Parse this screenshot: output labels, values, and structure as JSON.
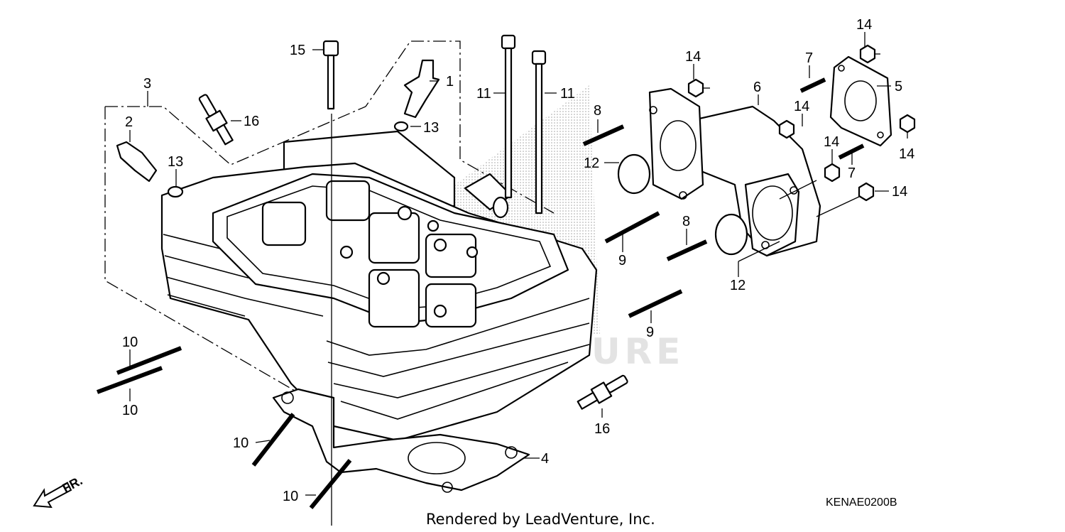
{
  "diagram": {
    "watermark": "LEADVENTURE",
    "caption": "Rendered by LeadVenture, Inc.",
    "drawing_code": "KENAE0200B",
    "direction_label": "FR.",
    "callouts": [
      {
        "id": "c1",
        "label": "1"
      },
      {
        "id": "c2",
        "label": "2"
      },
      {
        "id": "c3",
        "label": "3"
      },
      {
        "id": "c4",
        "label": "4"
      },
      {
        "id": "c5",
        "label": "5"
      },
      {
        "id": "c6",
        "label": "6"
      },
      {
        "id": "c7a",
        "label": "7"
      },
      {
        "id": "c7b",
        "label": "7"
      },
      {
        "id": "c8a",
        "label": "8"
      },
      {
        "id": "c8b",
        "label": "8"
      },
      {
        "id": "c9a",
        "label": "9"
      },
      {
        "id": "c9b",
        "label": "9"
      },
      {
        "id": "c10a",
        "label": "10"
      },
      {
        "id": "c10b",
        "label": "10"
      },
      {
        "id": "c10c",
        "label": "10"
      },
      {
        "id": "c10d",
        "label": "10"
      },
      {
        "id": "c11a",
        "label": "11"
      },
      {
        "id": "c11b",
        "label": "11"
      },
      {
        "id": "c12a",
        "label": "12"
      },
      {
        "id": "c12b",
        "label": "12"
      },
      {
        "id": "c13a",
        "label": "13"
      },
      {
        "id": "c13b",
        "label": "13"
      },
      {
        "id": "c14a",
        "label": "14"
      },
      {
        "id": "c14b",
        "label": "14"
      },
      {
        "id": "c14c",
        "label": "14"
      },
      {
        "id": "c14d",
        "label": "14"
      },
      {
        "id": "c14e",
        "label": "14"
      },
      {
        "id": "c14f",
        "label": "14"
      },
      {
        "id": "c15",
        "label": "15"
      },
      {
        "id": "c16a",
        "label": "16"
      },
      {
        "id": "c16b",
        "label": "16"
      }
    ]
  }
}
